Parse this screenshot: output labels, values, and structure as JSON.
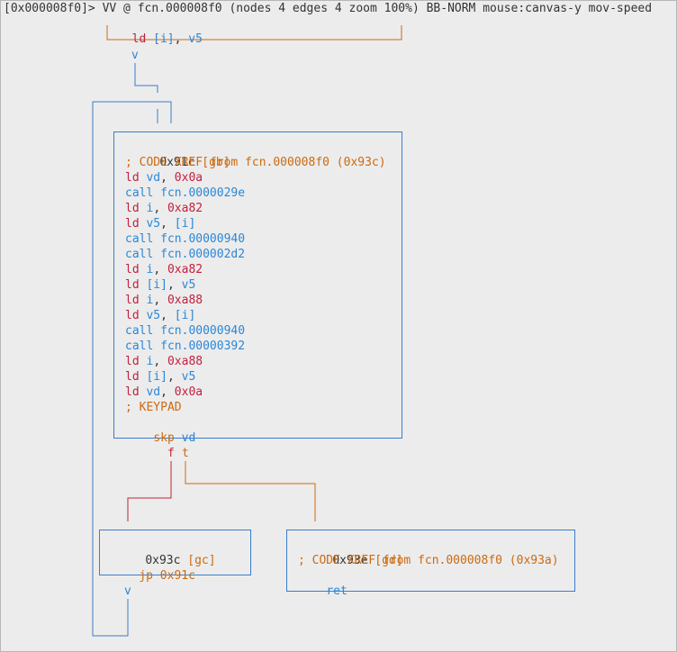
{
  "status_line": "[0x000008f0]> VV @ fcn.000008f0 (nodes 4 edges 4 zoom 100%) BB-NORM mouse:canvas-y mov-speed",
  "colors": {
    "node_border": "#3d7cc9",
    "edge_blue": "#3d7cc9",
    "edge_orange": "#cc6a10",
    "edge_red": "#c0262e"
  },
  "top_node": {
    "line": {
      "mnemonic": "ld",
      "op1": "[i]",
      "sep": ", ",
      "op2": "v5"
    }
  },
  "edge_labels": {
    "top_v": "v",
    "false": "f",
    "true": "t",
    "bottom_v": "v"
  },
  "main_node": {
    "header": {
      "addr": "0x91c",
      "tag": "[gb]"
    },
    "comment": "; CODE XREF from fcn.000008f0 (0x93c)",
    "lines": [
      {
        "mnemonic": "ld",
        "parts": [
          {
            "t": "vd",
            "k": "reg"
          },
          {
            "t": ", ",
            "k": "punc"
          },
          {
            "t": "0x0a",
            "k": "num"
          }
        ]
      },
      {
        "mnemonic": "call",
        "parts": [
          {
            "t": "fcn.0000029e",
            "k": "reg"
          }
        ]
      },
      {
        "mnemonic": "ld",
        "parts": [
          {
            "t": "i",
            "k": "reg"
          },
          {
            "t": ", ",
            "k": "punc"
          },
          {
            "t": "0xa82",
            "k": "num"
          }
        ]
      },
      {
        "mnemonic": "ld",
        "parts": [
          {
            "t": "v5",
            "k": "reg"
          },
          {
            "t": ", ",
            "k": "punc"
          },
          {
            "t": "[i]",
            "k": "reg"
          }
        ]
      },
      {
        "mnemonic": "call",
        "parts": [
          {
            "t": "fcn.00000940",
            "k": "reg"
          }
        ]
      },
      {
        "mnemonic": "call",
        "parts": [
          {
            "t": "fcn.000002d2",
            "k": "reg"
          }
        ]
      },
      {
        "mnemonic": "ld",
        "parts": [
          {
            "t": "i",
            "k": "reg"
          },
          {
            "t": ", ",
            "k": "punc"
          },
          {
            "t": "0xa82",
            "k": "num"
          }
        ]
      },
      {
        "mnemonic": "ld",
        "parts": [
          {
            "t": "[i]",
            "k": "reg"
          },
          {
            "t": ", ",
            "k": "punc"
          },
          {
            "t": "v5",
            "k": "reg"
          }
        ]
      },
      {
        "mnemonic": "ld",
        "parts": [
          {
            "t": "i",
            "k": "reg"
          },
          {
            "t": ", ",
            "k": "punc"
          },
          {
            "t": "0xa88",
            "k": "num"
          }
        ]
      },
      {
        "mnemonic": "ld",
        "parts": [
          {
            "t": "v5",
            "k": "reg"
          },
          {
            "t": ", ",
            "k": "punc"
          },
          {
            "t": "[i]",
            "k": "reg"
          }
        ]
      },
      {
        "mnemonic": "call",
        "parts": [
          {
            "t": "fcn.00000940",
            "k": "reg"
          }
        ]
      },
      {
        "mnemonic": "call",
        "parts": [
          {
            "t": "fcn.00000392",
            "k": "reg"
          }
        ]
      },
      {
        "mnemonic": "ld",
        "parts": [
          {
            "t": "i",
            "k": "reg"
          },
          {
            "t": ", ",
            "k": "punc"
          },
          {
            "t": "0xa88",
            "k": "num"
          }
        ]
      },
      {
        "mnemonic": "ld",
        "parts": [
          {
            "t": "[i]",
            "k": "reg"
          },
          {
            "t": ", ",
            "k": "punc"
          },
          {
            "t": "v5",
            "k": "reg"
          }
        ]
      },
      {
        "mnemonic": "ld",
        "parts": [
          {
            "t": "vd",
            "k": "reg"
          },
          {
            "t": ", ",
            "k": "punc"
          },
          {
            "t": "0x0a",
            "k": "num"
          }
        ]
      }
    ],
    "comment2": "; KEYPAD",
    "last": {
      "mnemonic": "skp",
      "op": "vd"
    }
  },
  "left_node": {
    "header": {
      "addr": "0x93c",
      "tag": "[gc]"
    },
    "line": {
      "mnemonic": "jp",
      "op": "0x91c"
    }
  },
  "right_node": {
    "header": {
      "addr": "0x93e",
      "tag": "[gd]"
    },
    "comment": "; CODE XREF from fcn.000008f0 (0x93a)",
    "line": {
      "mnemonic": "ret"
    }
  }
}
